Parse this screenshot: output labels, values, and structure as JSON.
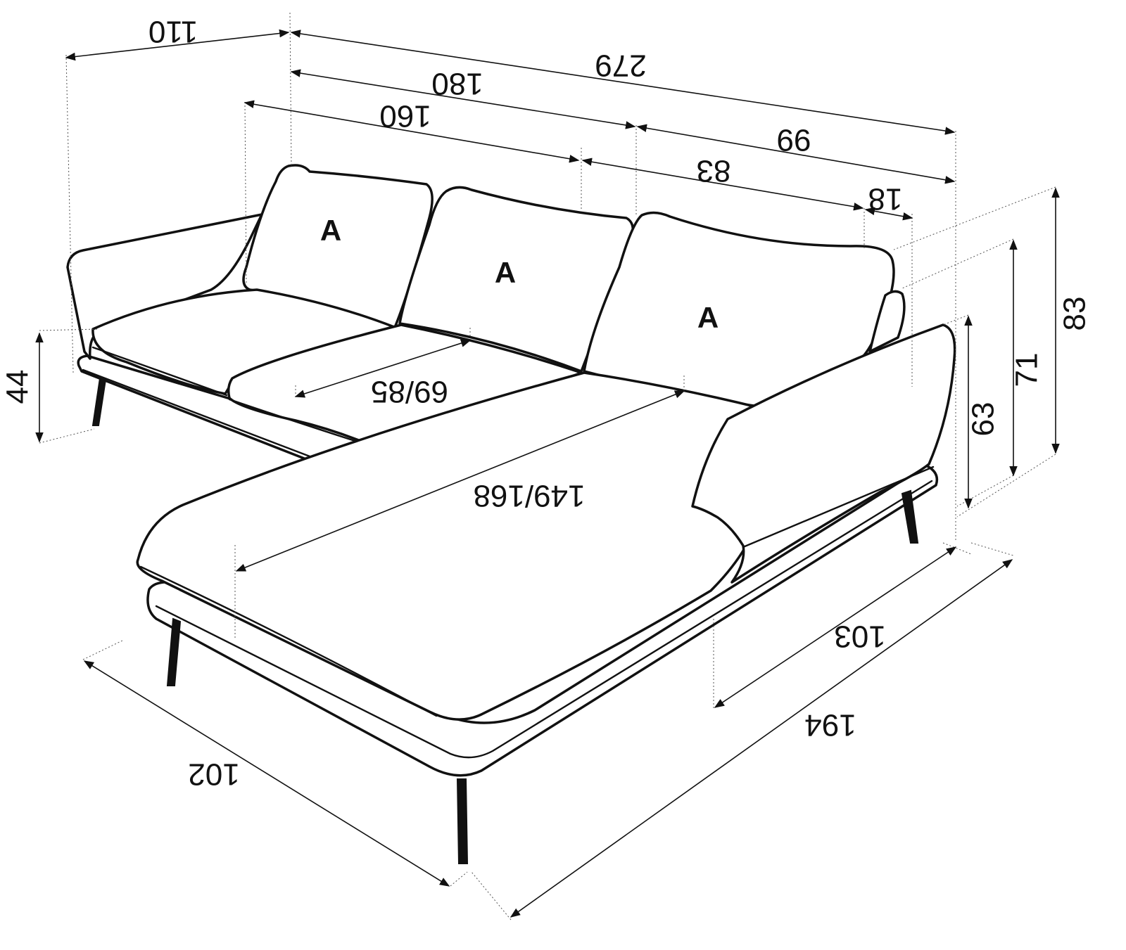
{
  "dimensions": {
    "depth_left": "110",
    "total_width": "279",
    "sofa_width": "180",
    "seat_width": "160",
    "chaise_width": "99",
    "chaise_seat_width": "83",
    "armrest_width": "18",
    "height_total": "83",
    "height_back": "71",
    "height_arm": "63",
    "seat_height": "44",
    "seat_depth": "69/85",
    "chaise_length": "149/168",
    "chaise_inner": "103",
    "total_depth": "194",
    "chaise_depth": "102"
  },
  "cushion_marks": [
    "A",
    "A",
    "A"
  ]
}
